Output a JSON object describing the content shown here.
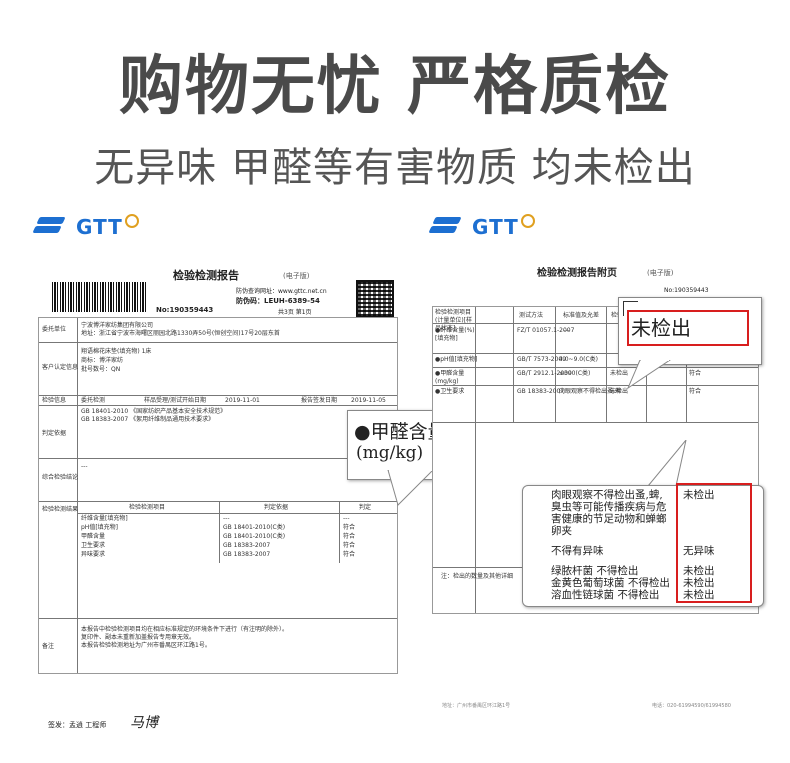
{
  "headline": "购物无忧 严格质检",
  "subline": "无异味 甲醛等有害物质 均未检出",
  "logo_text": "GTT",
  "left_report": {
    "title": "检验检测报告",
    "title_tag": "(电子版)",
    "query_site": "防伪查询网址：www.gttc.net.cn",
    "anti_code": "防伪码：LEUH-6389-54",
    "page_info": "共3页  第1页",
    "report_no": "No:190359443",
    "client_label": "委托单位",
    "client_name": "宁波博洋家纺集团有限公司",
    "client_addr": "地址：浙江省宁波市海曙区丽园北路1330弄50号(恒创空间)17号20层东首",
    "sample_label": "客户认定信息",
    "sample_name": "翔语棉花床垫(填充物)        1床",
    "sample_brand": "商标：博洋家纺",
    "sample_model": "批号数号：QN",
    "info_label": "检验信息",
    "info_type": "委托检测",
    "info_recv": "样品受理/测试开始日期",
    "info_date": "2019-11-01",
    "info_issue": "报告签发日期",
    "info_issue_date": "2019-11-05",
    "basis_label": "判定依据",
    "basis_1": "GB 18401-2010 《国家纺织产品基本安全技术规范》",
    "basis_2": "GB 18383-2007 《絮用纤维制品通用技术要求》",
    "conclusion_label": "综合检验结论",
    "conclusion_value": "---",
    "results_label": "检验检测结果",
    "col_item": "检验检测项目",
    "col_basis": "判定依据",
    "col_judge": "判定",
    "rows": [
      {
        "item": "纤维含量[填充物]",
        "basis": "---",
        "judge": "---"
      },
      {
        "item": "pH值[填充物]",
        "basis": "GB 18401-2010(C类)",
        "judge": "符合"
      },
      {
        "item": "甲醛含量",
        "basis": "GB 18401-2010(C类)",
        "judge": "符合"
      },
      {
        "item": "卫生要求",
        "basis": "GB 18383-2007",
        "judge": "符合"
      },
      {
        "item": "异味要求",
        "basis": "GB 18383-2007",
        "judge": "符合"
      }
    ],
    "remark_label": "备注",
    "remark_1": "本报告中检验检测项目均在相应标准规定的环境条件下进行（有注明的除外）。",
    "remark_2": "复印件、副本未重新加盖报告专用章无效。",
    "remark_3": "本报告检验检测地址为广州市番禺区环江路1号。",
    "sign_label": "签发：孟逍 工程师",
    "signature": "马博"
  },
  "callout_left": {
    "title": "●甲醛含量",
    "unit": "(mg/kg)"
  },
  "right_report": {
    "title": "检验检测报告附页",
    "title_tag": "(电子版)",
    "report_no": "No:190359443",
    "col_item": "检验检测项目(计量单位)[样品状态]",
    "col_method": "测试方法",
    "col_std": "标准值及允差",
    "col_result": "检验检测结果",
    "col_judge": "判定",
    "rows": [
      {
        "item": "●纤维含量(%)[填充物]",
        "method": "FZ/T 01057.1-2007",
        "std": "---",
        "result": "",
        "judge": ""
      },
      {
        "item": "●pH值[填充物]",
        "method": "GB/T 7573-2009",
        "std": "4.0~9.0(C类)",
        "result": "",
        "judge": ""
      },
      {
        "item": "●甲醛含量(mg/kg)",
        "method": "GB/T 2912.1-2009",
        "std": "≤300(C类)",
        "result": "未检出",
        "judge": "符合"
      },
      {
        "item": "●卫生要求",
        "method": "GB 18383-2007",
        "std": "肉眼观察不得检出蚤,蜱",
        "result": "未检出",
        "judge": "符合"
      }
    ],
    "remark": "注：检出的数量及其他详细",
    "footer_addr": "地址：广州市番禺区环江路1号",
    "footer_tel": "电话：020-61994590/61994580"
  },
  "callout_top_right": {
    "text": "未检出"
  },
  "callout_bottom_right": {
    "line_1": "肉眼观察不得检出蚤,蜱,",
    "line_2": "臭虫等可能传播疾病与危",
    "line_3": "害健康的节足动物和蝉螂",
    "line_4": "卵夹",
    "line_5": "不得有异味",
    "line_6": "绿脓杆菌      不得检出",
    "line_7": "金黄色葡萄球菌  不得检出",
    "line_8": "溶血性链球菌    不得检出",
    "result_1": "未检出",
    "result_2": "无异味",
    "result_3": "未检出",
    "result_4": "未检出",
    "result_5": "未检出"
  },
  "colors": {
    "brand_blue": "#1d6fd1",
    "highlight_red": "#d81e1e",
    "headline_gray": "#4a4a4a"
  }
}
